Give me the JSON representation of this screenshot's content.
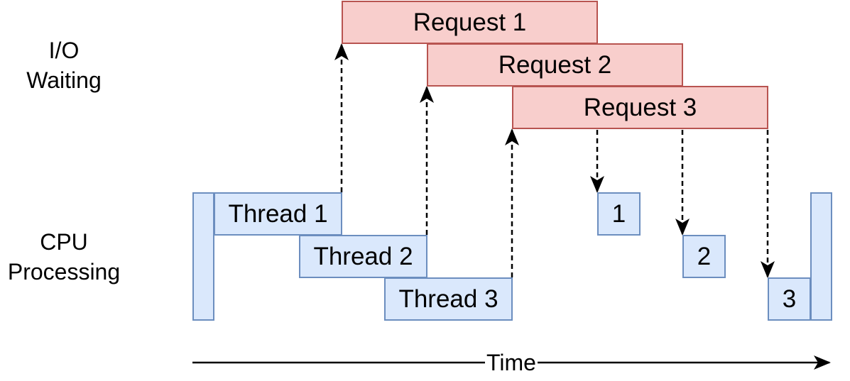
{
  "labels": {
    "io_line1": "I/O",
    "io_line2": "Waiting",
    "cpu_line1": "CPU",
    "cpu_line2": "Processing",
    "time": "Time"
  },
  "requests": [
    "Request 1",
    "Request 2",
    "Request 3"
  ],
  "threads": [
    "Thread 1",
    "Thread 2",
    "Thread 3"
  ],
  "completions": [
    "1",
    "2",
    "3"
  ],
  "colors": {
    "request_fill": "#f8cecc",
    "request_stroke": "#b85450",
    "thread_fill": "#dae8fc",
    "thread_stroke": "#6c8ebf",
    "arrow": "#000000"
  }
}
